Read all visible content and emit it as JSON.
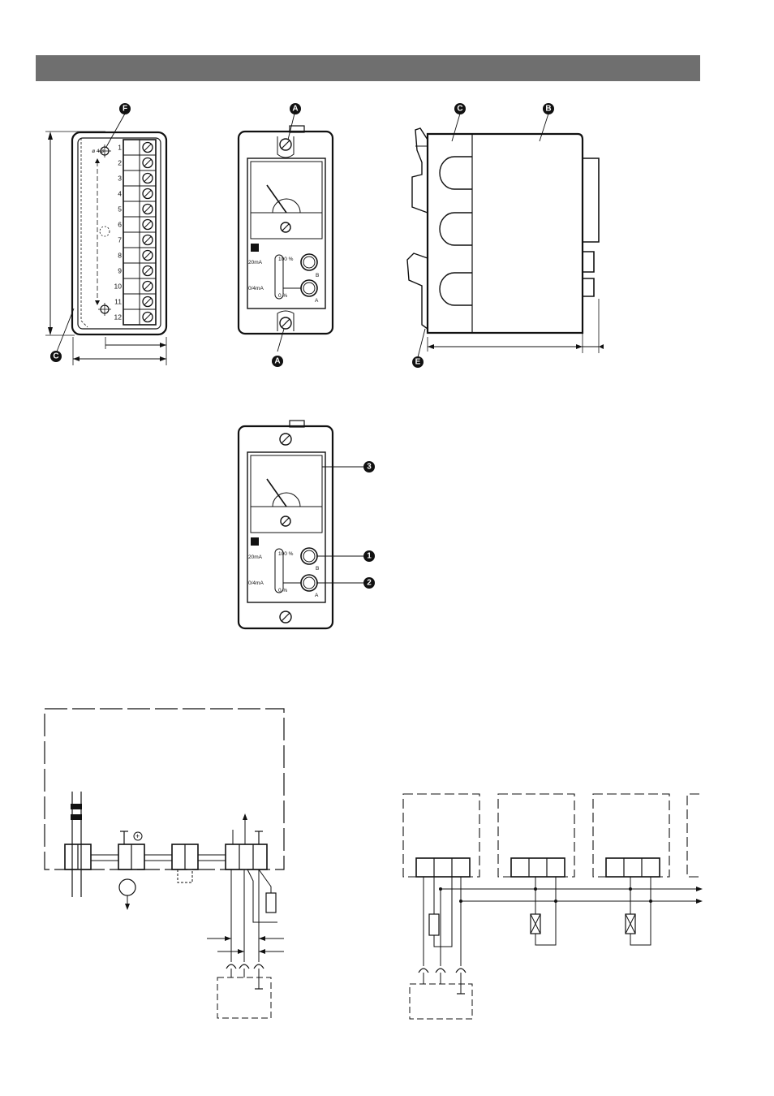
{
  "header": {
    "bar_color": "#6f6f6f"
  },
  "callouts": {
    "F": "F",
    "C": "C",
    "A": "A",
    "B": "B",
    "E": "E",
    "n1": "1",
    "n2": "2",
    "n3": "3"
  },
  "terminal_block": {
    "numbers": [
      "1",
      "2",
      "3",
      "4",
      "5",
      "6",
      "7",
      "8",
      "9",
      "10",
      "11",
      "12"
    ],
    "hole_label": "ø 4,3"
  },
  "front_panel": {
    "label_20ma": "20mA",
    "label_04ma": "0/4mA",
    "label_100": "100 %",
    "label_0": "0 %",
    "button_b": "B",
    "button_a": "A",
    "plus_symbol": "+"
  }
}
